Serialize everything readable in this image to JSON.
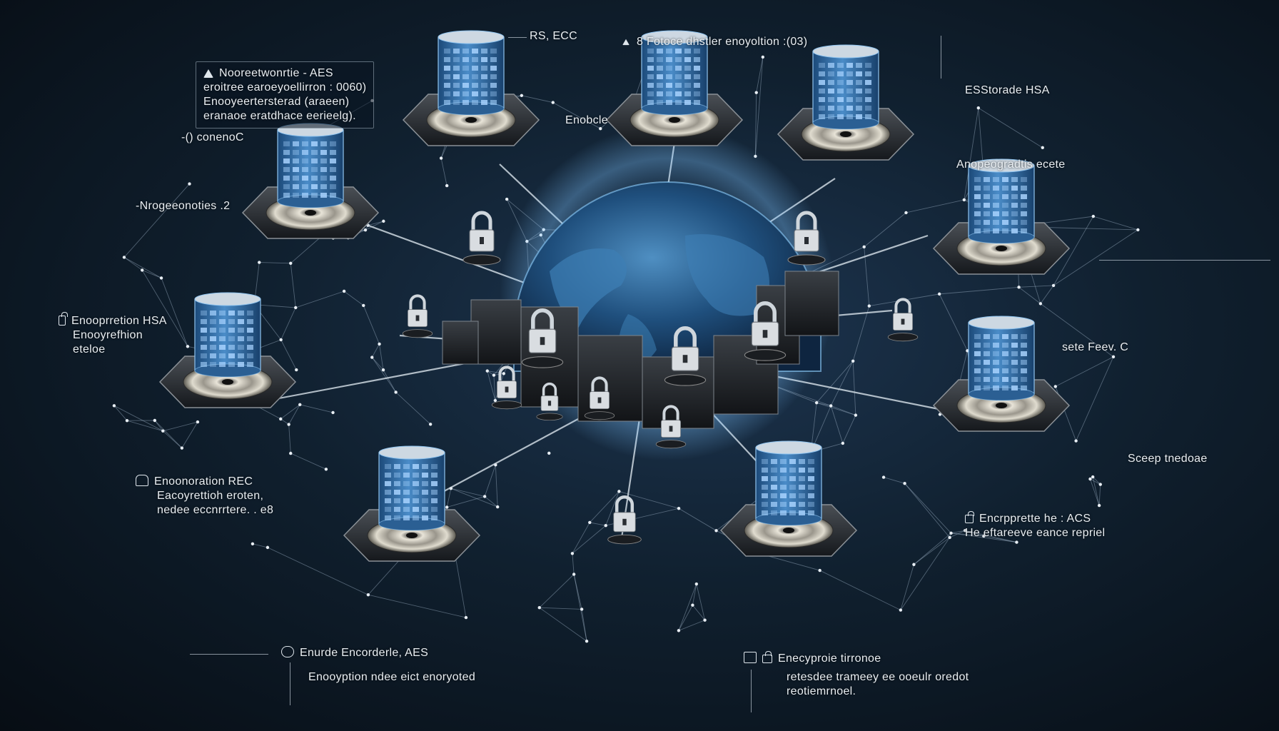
{
  "labels": {
    "top_left_box": [
      "Nooreetwonrtie - AES",
      "eroitree earoeyoellirron : 0060)",
      "Enooyeertersterad (araeen)",
      "eranaoe eratdhace eerieelg)."
    ],
    "conenc": "-() conenoC",
    "nrogeo": "-Nrogeeonoties .2",
    "rs_ecc": "RS, ECC",
    "enobcle": "Enobcle",
    "top_center": "8 Fotoce dhstler enoyoltion :(03)",
    "esstorade": "ESStorade HSA",
    "anorec": "Anopeogradtis ecete",
    "encrypt_hsa": [
      "Enooprretion HSA",
      "Enooyrefhion",
      "eteloe"
    ],
    "sete_feev": "sete Feev. C",
    "sceep": "Sceep tnedoae",
    "encrypt_rec": [
      "Enoonoration REC",
      "Eacoyrettioh eroten,",
      "nedee eccnrrtere. . e8"
    ],
    "encrypte_ace": [
      "Encrpprette he : ACS",
      "He eftareeve eance repriel"
    ],
    "enurde": [
      "Enurde Encorderle, AES",
      "Enooyption ndee eict enoryoted"
    ],
    "enecyproe": [
      "Enecyproie tirronoe",
      "retesdee trameey ee ooeulr oredot",
      "reotiemrnoel."
    ]
  },
  "nodes": [
    "db-node-top-left",
    "db-node-top-mid-left",
    "db-node-top-mid-right",
    "db-node-top-right",
    "db-node-right-upper",
    "db-node-right-lower",
    "db-node-bottom-right",
    "db-node-bottom-left",
    "db-node-left"
  ],
  "colors": {
    "background": "#0b1520",
    "network_line": "#9fb4c8",
    "db_blue": "#2f6fae",
    "db_glow": "#6fb6ff",
    "globe": "#2a5f8f"
  }
}
